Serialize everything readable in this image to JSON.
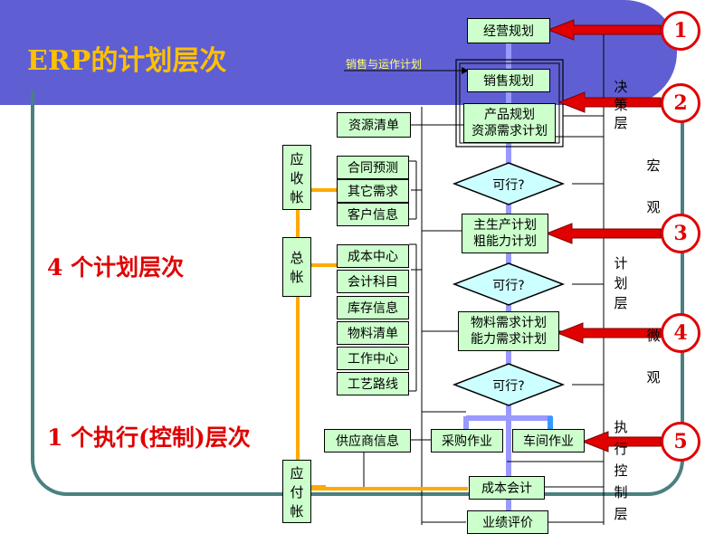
{
  "header": {
    "title": "ERP的计划层次",
    "sublabel": "销售与运作计划"
  },
  "resources": [
    "资源清单",
    "合同预测",
    "其它需求",
    "客户信息",
    "成本中心",
    "会计科目",
    "库存信息",
    "物料清单",
    "工作中心",
    "工艺路线",
    "供应商信息"
  ],
  "ledger": {
    "receivable": [
      "应",
      "收",
      "帐"
    ],
    "general": [
      "总",
      "帐"
    ],
    "payable": [
      "应",
      "付",
      "帐"
    ]
  },
  "main": {
    "business_plan": "经营规划",
    "sales_plan": "销售规划",
    "product_plan": [
      "产品规划",
      "资源需求计划"
    ],
    "feasible": "可行?",
    "mps": [
      "主生产计划",
      "粗能力计划"
    ],
    "mrp": [
      "物料需求计划",
      "能力需求计划"
    ],
    "purchase": "采购作业",
    "workshop": "车间作业",
    "cost_accounting": "成本会计",
    "performance": "业绩评价"
  },
  "layers": {
    "decision": [
      "决",
      "策",
      "层"
    ],
    "plan": [
      "计",
      "划",
      "层"
    ],
    "execution": [
      "执",
      "行",
      "控",
      "制",
      "层"
    ],
    "macro": [
      "宏",
      "观"
    ],
    "micro": [
      "微",
      "观"
    ]
  },
  "left_labels": {
    "four": "4 个计划层次",
    "one": "1 个执行(控制)层次"
  },
  "markers": [
    "1",
    "2",
    "3",
    "4",
    "5"
  ]
}
